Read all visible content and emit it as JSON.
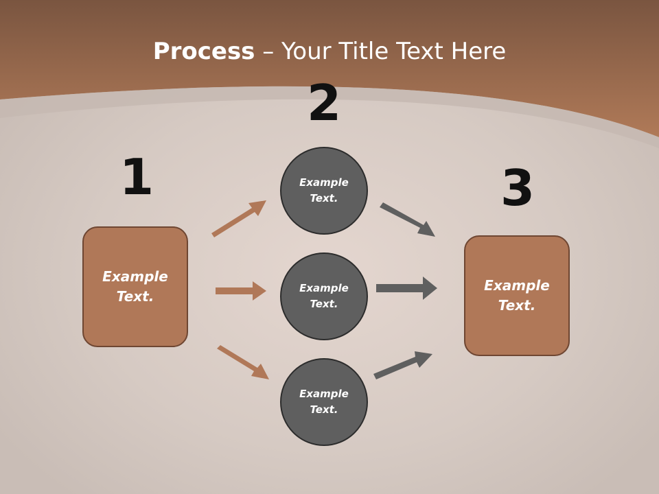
{
  "slide": {
    "title_bold": "Process",
    "title_rest": " – Your Title Text Here"
  },
  "steps": [
    {
      "number": "1",
      "box_text": "Example\nText."
    },
    {
      "number": "2",
      "circles": [
        "Example\nText.",
        "Example\nText.",
        "Example\nText."
      ]
    },
    {
      "number": "3",
      "box_text": "Example\nText."
    }
  ],
  "colors": {
    "header_band": "#a8714f",
    "box_fill": "#b07858",
    "circle_fill": "#5f5f5f",
    "arrow_brown": "#b07858",
    "arrow_gray": "#5f5f5f"
  }
}
